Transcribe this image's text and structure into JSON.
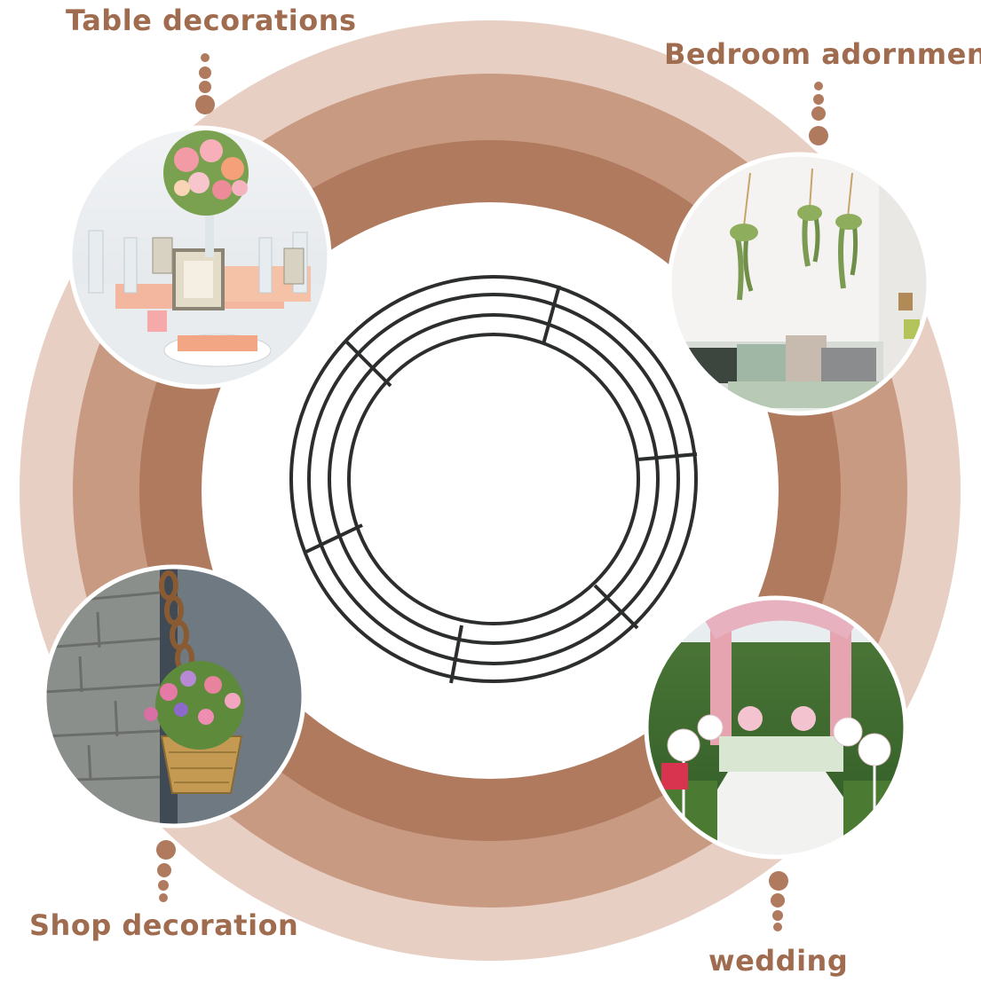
{
  "colors": {
    "ring_outer": "#e8cfc3",
    "ring_mid": "#c99a82",
    "ring_inner": "#b07a5e",
    "label_text": "#a06c4f",
    "dot": "#b07a5e",
    "wire": "#2b2e2c"
  },
  "labels": {
    "table_decorations": "Table decorations",
    "bedroom_adornment": "Bedroom adornment",
    "shop_decoration": "Shop decoration",
    "wedding": "wedding"
  },
  "icons": {
    "center": "wire-wreath-frame-icon",
    "photos": [
      "table-centerpiece-photo",
      "hanging-plants-bedroom-photo",
      "hanging-basket-shop-photo",
      "wedding-arch-aisle-photo"
    ]
  }
}
